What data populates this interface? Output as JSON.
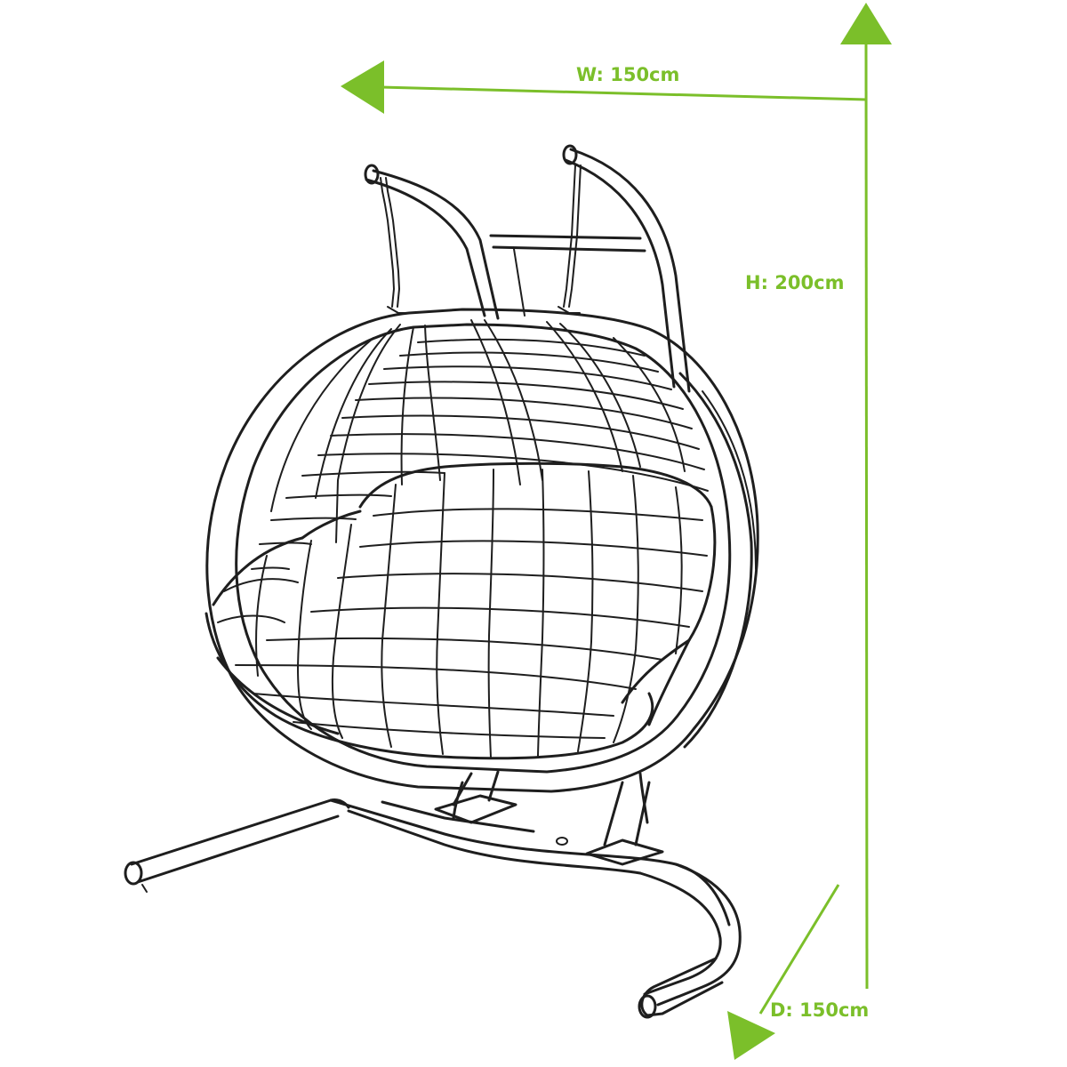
{
  "dimensions": {
    "width_label": "W: 150cm",
    "height_label": "H: 200cm",
    "depth_label": "D: 150cm"
  },
  "colors": {
    "accent": "#7bbf2a",
    "line_art": "#1e1e1e",
    "background": "#ffffff"
  }
}
